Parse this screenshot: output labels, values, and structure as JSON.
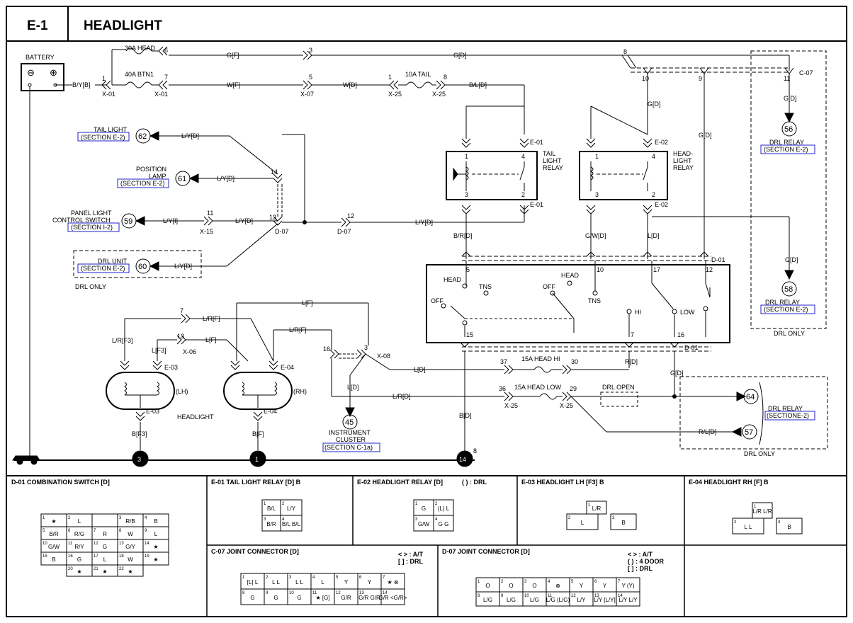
{
  "header": {
    "code": "E-1",
    "title": "HEADLIGHT"
  },
  "top": {
    "battery": "BATTERY",
    "minus": "⊖",
    "plus": "⊕",
    "fuse_30a": "30A HEAD",
    "fuse_40a": "40A BTN1",
    "fuse_10a": "10A TAIL",
    "w_byb": "B/Y[B]",
    "w_gf": "G[F]",
    "w_gd": "G[D]",
    "w_wf": "W[F]",
    "w_wd": "W[D]",
    "w_bld": "B/L[D]",
    "x01": "X-01",
    "x07": "X-07",
    "x25": "X-25",
    "c07": "C-07",
    "n1": "1",
    "n3": "3",
    "n5": "5",
    "n6": "6",
    "n7": "7",
    "n8": "8",
    "n9": "9",
    "n10": "10",
    "n11": "11"
  },
  "refs": {
    "r62_label": "TAIL LIGHT",
    "r62_sec": "(SECTION E-2)",
    "r62_num": "62",
    "r62_wire": "L/Y[D]",
    "r61_label1": "POSITION",
    "r61_label2": "LAMP",
    "r61_sec": "(SECTION E-2)",
    "r61_num": "61",
    "r61_wire": "L/Y[D]",
    "r59_label1": "PANEL LIGHT",
    "r59_label2": "CONTROL SWITCH",
    "r59_sec": "(SECTION I-2)",
    "r59_num": "59",
    "r59_wire": "L/Y[I]",
    "r60_label": "DRL UNIT",
    "r60_sec": "(SECTION E-2)",
    "r60_num": "60",
    "r60_wire": "L/Y[D]",
    "drl_only": "DRL ONLY",
    "x15": "X-15",
    "d07": "D-07",
    "lyd": "L/Y[D]",
    "n11": "11",
    "n12": "12",
    "n13": "13",
    "n14": "14"
  },
  "relays": {
    "tail1": "TAIL",
    "tail2": "LIGHT",
    "tail3": "RELAY",
    "head1": "HEAD-",
    "head2": "LIGHT",
    "head3": "RELAY",
    "e01": "E-01",
    "e02": "E-02",
    "brd": "B/R[D]",
    "gwd": "G/W[D]",
    "ld": "L[D]",
    "ld2": "L[D]",
    "p1": "1",
    "p2": "2",
    "p3": "3",
    "p4": "4"
  },
  "drl": {
    "r56_num": "56",
    "r56_label": "DRL RELAY",
    "r56_sec": "(SECTION E-2)",
    "r58_num": "58",
    "r58_label": "DRL RELAY",
    "r58_sec": "(SECTION E-2)",
    "r64_num": "64",
    "r57_num": "57",
    "r64_label": "DRL RELAY",
    "r64_sec": "(SECTIONE-2)",
    "drl_only": "DRL ONLY",
    "drl_only2": "DRL ONLY",
    "drl_open": "DRL OPEN",
    "rld": "R/L[D]",
    "gd": "G[D]"
  },
  "switch": {
    "d01": "D-01",
    "head": "HEAD",
    "head2": "HEAD",
    "tns": "TNS",
    "tns2": "TNS",
    "off": "OFF",
    "off2": "OFF",
    "hi": "HI",
    "low": "LOW",
    "p5": "5",
    "p10": "10",
    "p17": "17",
    "p12": "12",
    "p15": "15",
    "p7": "7",
    "p16": "16"
  },
  "headlights": {
    "lrf": "L/R[F]",
    "lrf3": "L/R[F3]",
    "lf3": "L[F3]",
    "lf": "L[F]",
    "lf_top": "L[F]",
    "lrf2": "L/R[F]",
    "x06": "X-06",
    "x08": "X-08",
    "x25": "X-25",
    "e03": "E-03",
    "e04": "E-04",
    "lh": "(LH)",
    "rh": "(RH)",
    "headlight": "HEADLIGHT",
    "bf3": "B[F3]",
    "bf": "B[F]",
    "bd": "B[D]",
    "ld": "L[D]",
    "lrd": "L/R[D]",
    "rd": "R[D]",
    "fuse_hi": "15A HEAD HI",
    "fuse_low": "15A HEAD LOW",
    "r45_num": "45",
    "r45_label1": "INSTRUMENT",
    "r45_label2": "CLUSTER",
    "r45_sec": "(SECTION C-1a)",
    "g3": "3",
    "g1": "1",
    "g14": "14",
    "n7": "7",
    "n13": "13",
    "n16": "16",
    "n3": "3",
    "n37": "37",
    "n30": "30",
    "n36": "36",
    "n29": "29",
    "n8": "8"
  },
  "connectors": {
    "d01_title": "D-01 COMBINATION SWITCH [D]",
    "e01_title": "E-01 TAIL LIGHT RELAY [D] B",
    "e02_title": "E-02 HEADLIGHT RELAY [D]",
    "e02_note": "(    ) : DRL",
    "e03_title": "E-03 HEADLIGHT LH [F3] B",
    "e04_title": "E-04 HEADLIGHT RH [F] B",
    "c07_title": "C-07 JOINT CONNECTOR [D]",
    "c07_note1": "<    > : A/T",
    "c07_note2": "[    ] : DRL",
    "d07_title": "D-07 JOINT CONNECTOR [D]",
    "d07_note1": "<    > : A/T",
    "d07_note2": "(    ) : 4 DOOR",
    "d07_note3": "[    ] : DRL",
    "d01_grid": [
      [
        "1",
        "★",
        "2",
        "L",
        "",
        "",
        "3",
        "R/B",
        "4",
        "B"
      ],
      [
        "5",
        "B/R",
        "6",
        "R/G",
        "7",
        "R",
        "8",
        "W",
        "9",
        "L"
      ],
      [
        "10",
        "G/W",
        "11",
        "R/Y",
        "12",
        "G",
        "13",
        "G/Y",
        "14",
        "★"
      ],
      [
        "15",
        "B",
        "16",
        "G",
        "17",
        "L",
        "18",
        "W",
        "19",
        "★"
      ]
    ],
    "d01_bottom": [
      [
        "20",
        "★"
      ],
      [
        "21",
        "★"
      ],
      [
        "22",
        "★"
      ]
    ],
    "e01_grid": [
      [
        "1",
        "B/L",
        "2",
        "L/Y"
      ],
      [
        "3",
        "B/R",
        "4",
        "B/L B/L"
      ]
    ],
    "e02_grid": [
      [
        "1",
        "G",
        "2",
        "(L) L"
      ],
      [
        "3",
        "G/W",
        "4",
        "G G"
      ]
    ],
    "e03_pins": [
      [
        "1",
        "L/R"
      ],
      [
        "2",
        "L"
      ],
      [
        "3",
        "B"
      ]
    ],
    "e04_pins": [
      [
        "1",
        "L/R L/R"
      ],
      [
        "2",
        "L L"
      ],
      [
        "3",
        "B"
      ]
    ],
    "c07_top": [
      [
        "1",
        "[L] L"
      ],
      [
        "2",
        "L L"
      ],
      [
        "3",
        "L L"
      ],
      [
        "4",
        "L"
      ],
      [
        "5",
        "Y"
      ],
      [
        "6",
        "Y"
      ],
      [
        "7",
        "★ ⊗"
      ]
    ],
    "c07_bot": [
      [
        "8",
        "G"
      ],
      [
        "9",
        "G"
      ],
      [
        "10",
        "G"
      ],
      [
        "11",
        "★ [G]"
      ],
      [
        "12",
        "G/R"
      ],
      [
        "13",
        "G/R G/R"
      ],
      [
        "14",
        "G/R <G/R>"
      ]
    ],
    "d07_top": [
      [
        "1",
        "O"
      ],
      [
        "2",
        "O"
      ],
      [
        "3",
        "O"
      ],
      [
        "4",
        "⊗"
      ],
      [
        "5",
        "Y"
      ],
      [
        "6",
        "Y"
      ],
      [
        "7",
        "Y (Y)"
      ]
    ],
    "d07_bot": [
      [
        "8",
        "L/G"
      ],
      [
        "9",
        "L/G"
      ],
      [
        "10",
        "L/G"
      ],
      [
        "11",
        "L/G (L/G)"
      ],
      [
        "12",
        "L/Y"
      ],
      [
        "13",
        "L/Y [L/Y]"
      ],
      [
        "14",
        "L/Y L/Y"
      ]
    ]
  }
}
